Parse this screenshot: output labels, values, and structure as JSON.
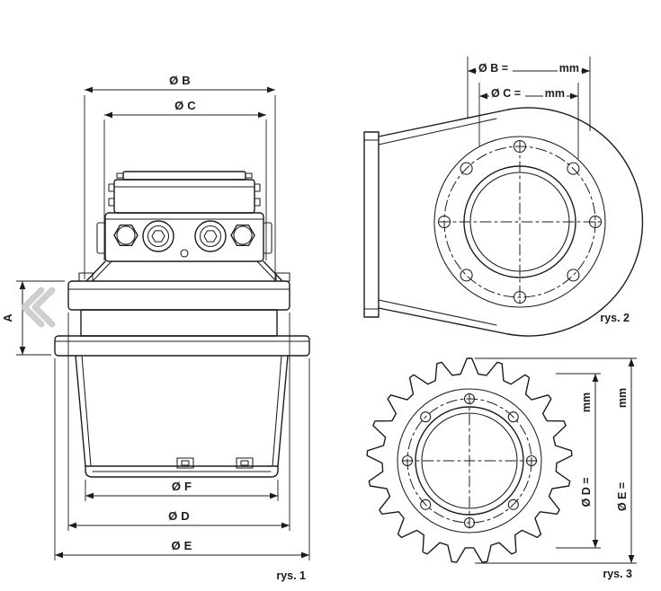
{
  "colors": {
    "background": "#ffffff",
    "line": "#1c1c1c",
    "chevron": "#cccccc"
  },
  "icons": {
    "prev_arrow": "chevron-double-left"
  },
  "fig1": {
    "caption": "rys. 1",
    "dim_a_label": "A",
    "dim_b_label": "Ø B",
    "dim_c_label": "Ø C",
    "dim_f_label": "Ø F",
    "dim_d_label": "Ø D",
    "dim_e_label": "Ø E"
  },
  "fig2": {
    "caption": "rys. 2",
    "dim_b_label": "Ø B =",
    "dim_b_unit": "mm",
    "dim_c_label": "Ø C =",
    "dim_c_unit": "mm"
  },
  "fig3": {
    "caption": "rys. 3",
    "dim_d_label": "Ø D =",
    "dim_d_unit": "mm",
    "dim_e_label": "Ø E =",
    "dim_e_unit": "mm"
  }
}
